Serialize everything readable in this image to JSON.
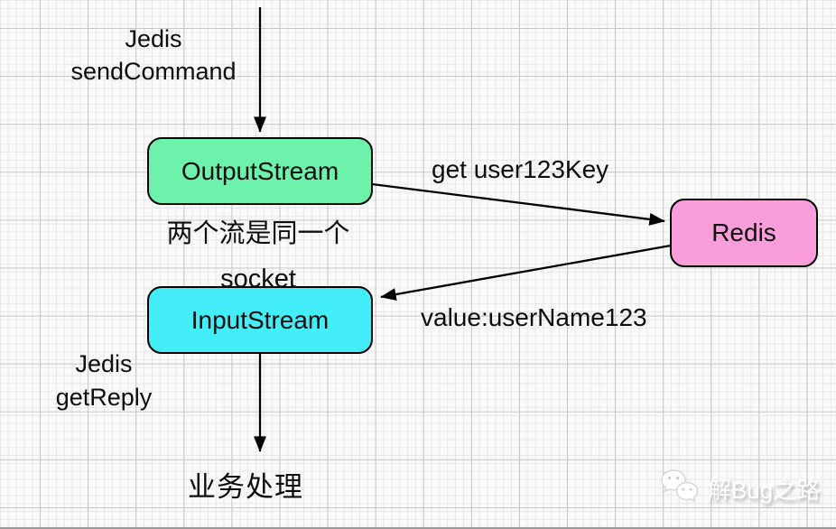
{
  "canvas": {
    "grid": {
      "bg": "#fafafa",
      "minor_line": "#e7e7e7",
      "major_line": "#c6c6c6"
    },
    "line_color": "#000000"
  },
  "nodes": {
    "output_stream": {
      "label": "OutputStream",
      "fill": "#6cf2aa"
    },
    "redis": {
      "label": "Redis",
      "fill": "#f99edb"
    },
    "input_stream": {
      "label": "InputStream",
      "fill": "#43eef8"
    }
  },
  "labels": {
    "jedis_send": {
      "line1": "Jedis",
      "line2": "sendCommand"
    },
    "request": "get user123Key",
    "socket_note": {
      "line1": "两个流是同一个",
      "line2": "socket"
    },
    "response": "value:userName123",
    "jedis_reply": {
      "line1": "Jedis",
      "line2": "getReply"
    },
    "business": "业务处理"
  },
  "watermark": {
    "icon": "wechat-icon",
    "text": "解Bug之路"
  }
}
